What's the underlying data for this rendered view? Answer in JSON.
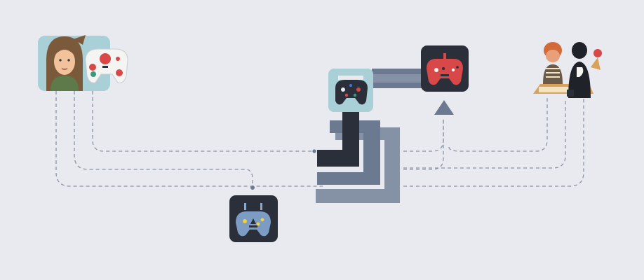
{
  "diagram": {
    "nodes": [
      {
        "id": "user-left",
        "icon": "person-with-controller-icon",
        "tile_color": "#a8d0d6"
      },
      {
        "id": "controller-center",
        "icon": "game-controller-icon",
        "tile_color": "#a8d0d6"
      },
      {
        "id": "controller-top-right",
        "icon": "game-controller-icon",
        "tile_color": "#2b2f3a"
      },
      {
        "id": "controller-bottom",
        "icon": "game-controller-icon",
        "tile_color": "#2b2f3a"
      },
      {
        "id": "players-right",
        "icon": "two-players-icon",
        "tile_color": "none"
      }
    ],
    "colors": {
      "background": "#e8eaef",
      "connector_dark": "#2b2f3a",
      "connector_slate": "#6b7a90",
      "connector_light": "#8592a6",
      "dashed_line": "#8a93a6"
    }
  }
}
